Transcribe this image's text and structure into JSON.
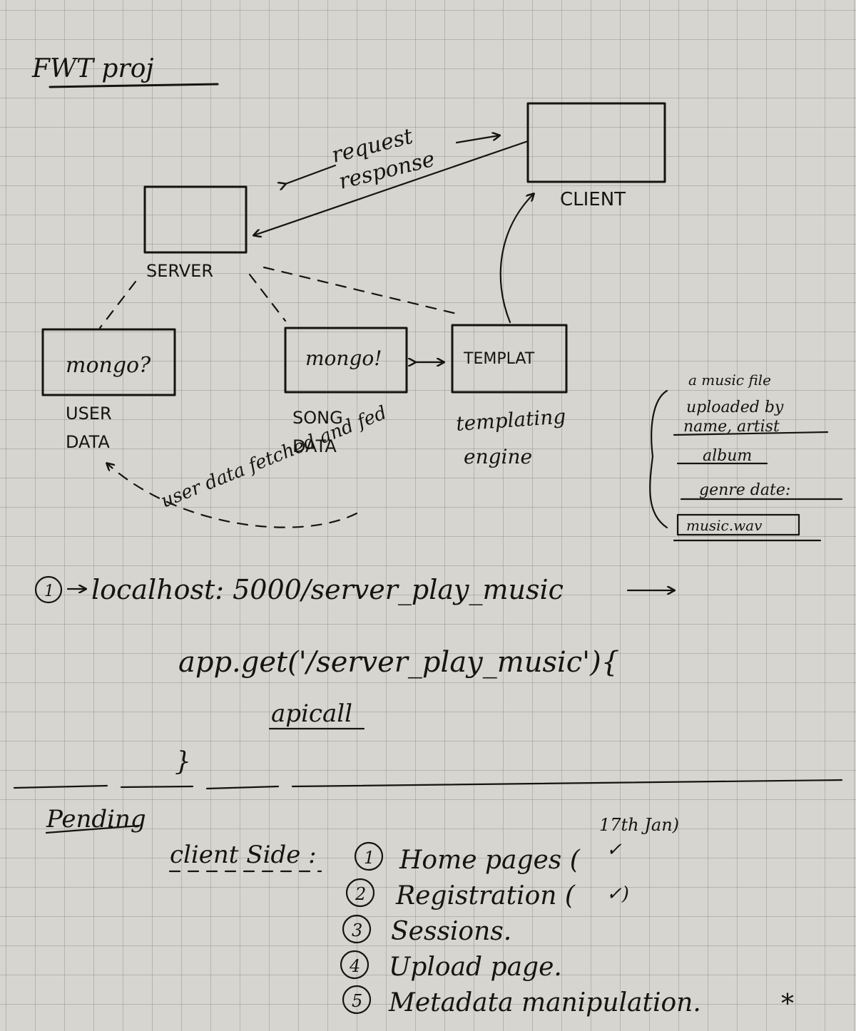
{
  "title": "FWT proj",
  "diagram": {
    "client_label": "CLIENT",
    "server_label": "SERVER",
    "arrow_request": "request",
    "arrow_response": "response",
    "user_db_text": "mongo?",
    "user_db_label_1": "USER",
    "user_db_label_2": "DATA",
    "song_db_text": "mongo!",
    "song_db_label_1": "SONG",
    "song_db_label_2": "DATA",
    "template_text": "TEMPLAT",
    "template_label_1": "templating",
    "template_label_2": "engine",
    "note_user_data": "user data fetched and fed",
    "sidenote": {
      "line1": "a music file",
      "line2": "uploaded by",
      "line3": "name, artist",
      "line4": "album",
      "line5": "genre date:",
      "file": "music.wav"
    }
  },
  "route": {
    "step": "1",
    "url": "localhost: 5000/server_play_music",
    "code_line": "app.get('/server_play_music'){",
    "body": "apicall",
    "close": "}"
  },
  "pending": {
    "heading": "Pending",
    "client_side": "client Side :",
    "date_note": "17th Jan)",
    "items": [
      {
        "num": "1",
        "text": "Home pages (",
        "tick": "✓"
      },
      {
        "num": "2",
        "text": "Registration (",
        "tick": "✓)"
      },
      {
        "num": "3",
        "text": "Sessions.",
        "tick": ""
      },
      {
        "num": "4",
        "text": "Upload page.",
        "tick": ""
      },
      {
        "num": "5",
        "text": "Metadata manipulation.",
        "tick": "*"
      }
    ]
  }
}
